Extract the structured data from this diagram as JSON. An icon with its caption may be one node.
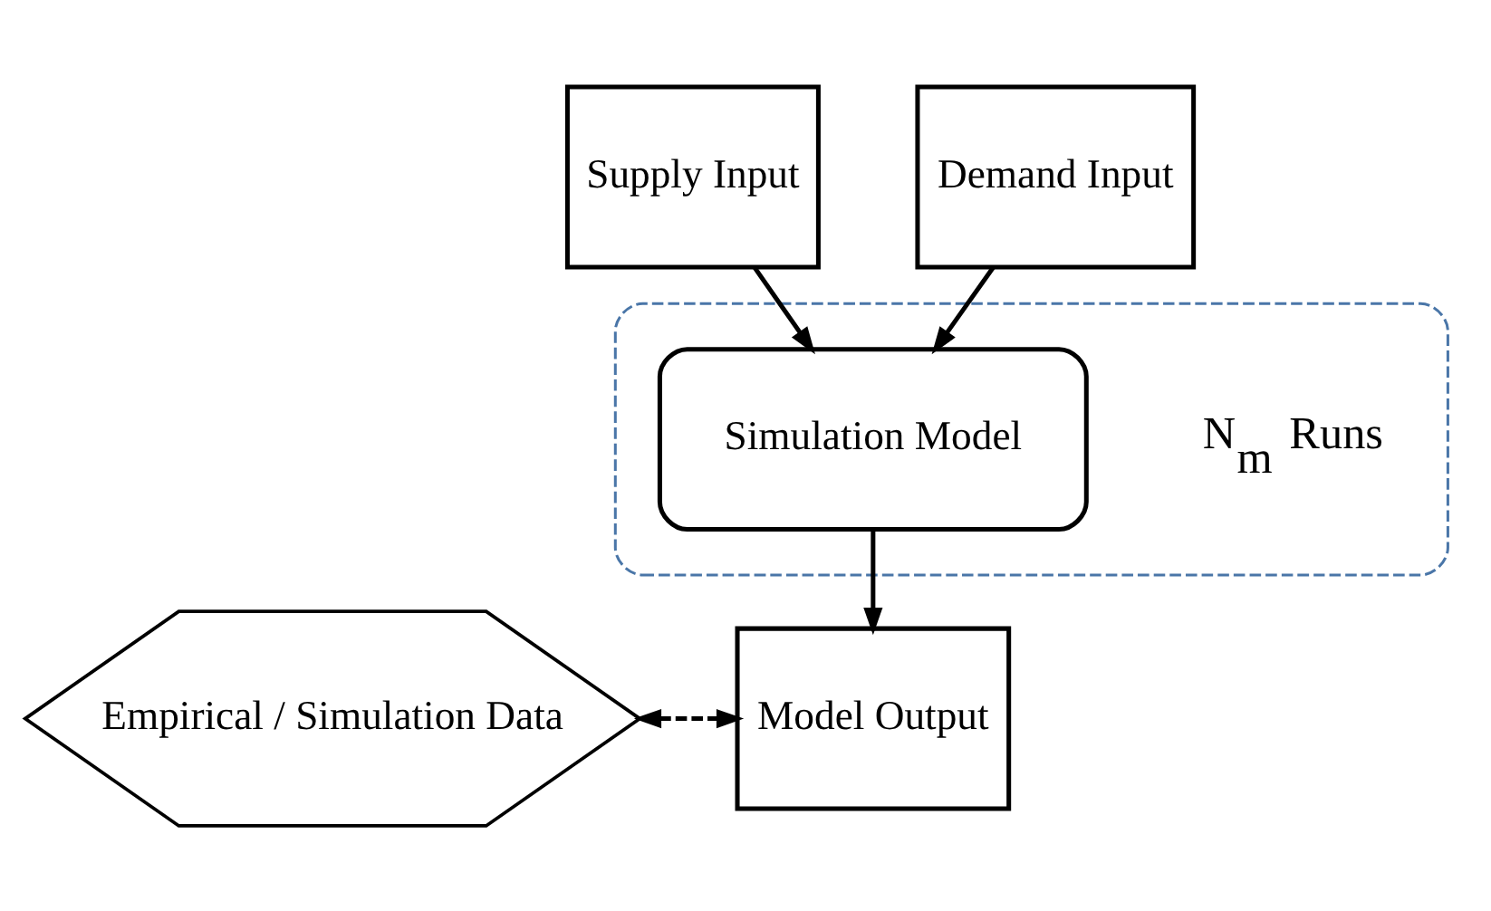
{
  "diagram": {
    "nodes": [
      {
        "text": [
          "Supply Input"
        ]
      },
      {
        "text": [
          "Demand Input"
        ]
      },
      {
        "text": [],
        "shape": "box"
      },
      {
        "text": [
          "Simulation Model"
        ],
        "in": 2
      },
      {
        "text": [
          "Model Output"
        ]
      },
      {
        "text": [
          "Empirical / Simulation Data"
        ]
      }
    ],
    "edges": [
      {
        "from": 0,
        "to": 3,
        "arrow": "to"
      },
      {
        "from": 1,
        "to": 3,
        "arrow": "to"
      },
      {
        "from": 3,
        "to": 4,
        "arrow": "to"
      },
      {
        "from": 5,
        "to": 4,
        "arrow": "both",
        "style": "dashed"
      }
    ],
    "labels": [
      "N$_{m}$ Runs"
    ]
  }
}
